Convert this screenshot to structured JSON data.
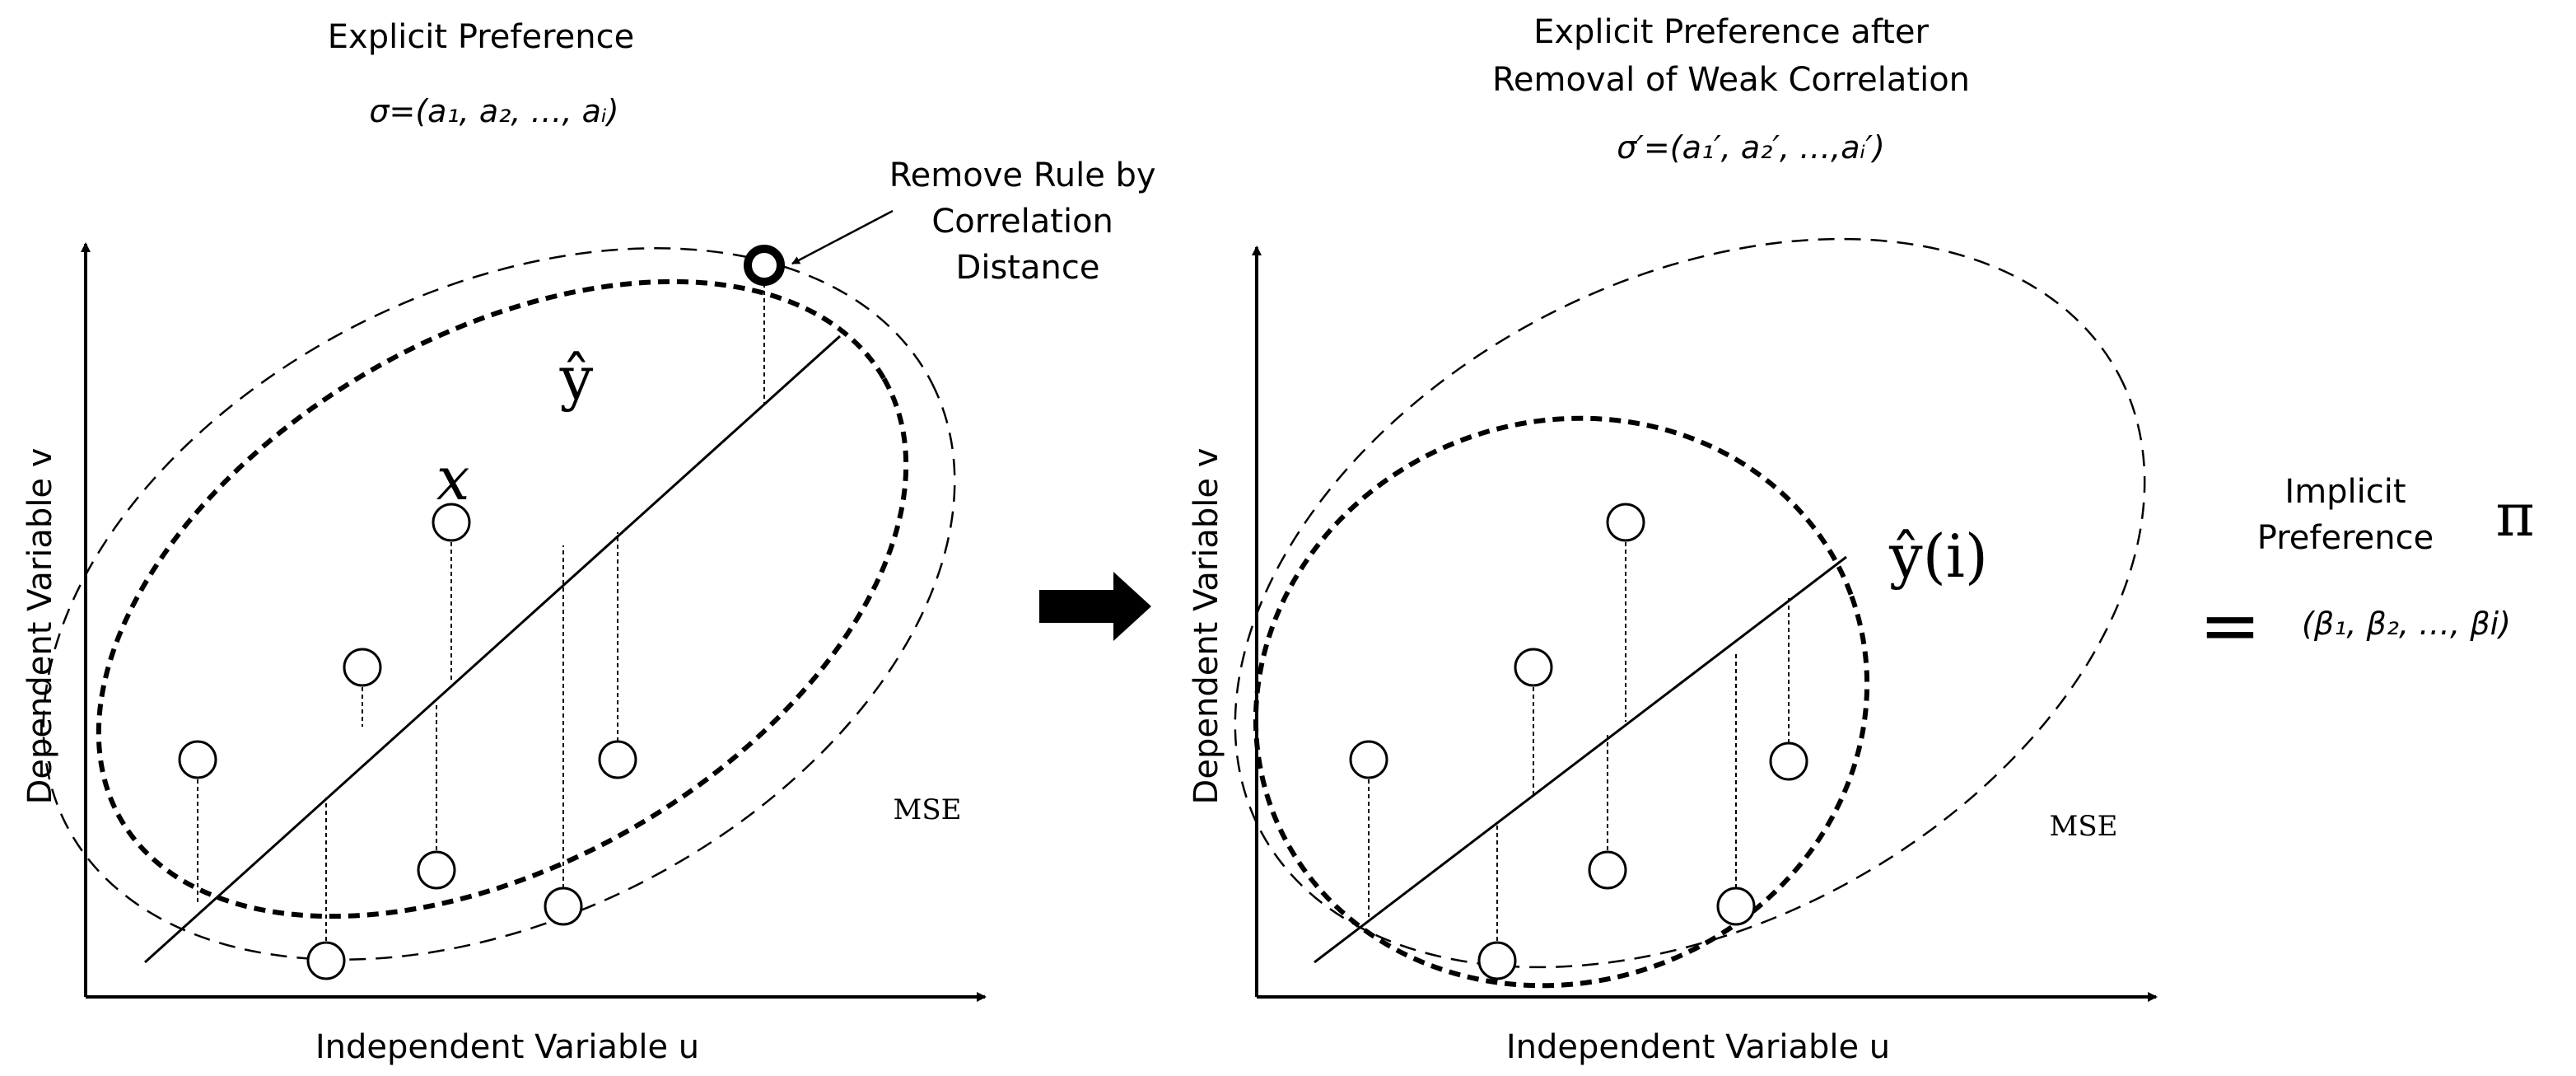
{
  "left_panel": {
    "title": "Explicit Preference",
    "formula": "σ=(a₁, a₂, …, aᵢ)",
    "annotation": [
      "Remove Rule by",
      "Correlation",
      "Distance"
    ],
    "y_hat_label": "ŷ",
    "x_label": "x",
    "mse_label": "MSE",
    "x_axis_label": "Independent Variable u",
    "y_axis_label": "Dependent Variable v"
  },
  "right_panel": {
    "title_line1": "Explicit Preference after",
    "title_line2": "Removal of Weak Correlation",
    "formula": "σ′=(a₁′, a₂′, …,aᵢ′)",
    "y_hat_label": "ŷ(i)",
    "mse_label": "MSE",
    "x_axis_label": "Independent Variable u",
    "y_axis_label": "Dependent Variable v"
  },
  "result": {
    "label_line1": "Implicit",
    "label_line2": "Preference",
    "symbol": "π",
    "equals": "=",
    "formula": "(β₁, β₂, …, βi)"
  }
}
